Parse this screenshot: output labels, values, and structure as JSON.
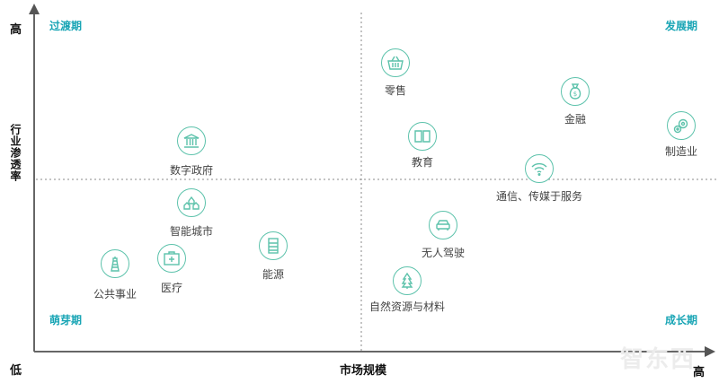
{
  "axes": {
    "y_title": "行业渗透率",
    "y_high": "高",
    "y_low": "低",
    "x_title": "市场规模",
    "x_high": "高"
  },
  "quadrants": {
    "top_left": "过渡期",
    "top_right": "发展期",
    "bottom_left": "萌芽期",
    "bottom_right": "成长期"
  },
  "accent_color": "#5cc2ab",
  "quadrant_label_color": "#19a5b5",
  "items": [
    {
      "label": "零售",
      "icon": "basket-icon"
    },
    {
      "label": "金融",
      "icon": "money-bag-icon"
    },
    {
      "label": "制造业",
      "icon": "gears-icon"
    },
    {
      "label": "教育",
      "icon": "book-icon"
    },
    {
      "label": "通信、传媒于服务",
      "icon": "wifi-icon"
    },
    {
      "label": "数字政府",
      "icon": "government-building-icon"
    },
    {
      "label": "智能城市",
      "icon": "city-houses-icon"
    },
    {
      "label": "无人驾驶",
      "icon": "car-icon"
    },
    {
      "label": "能源",
      "icon": "battery-icon"
    },
    {
      "label": "公共事业",
      "icon": "lighthouse-icon"
    },
    {
      "label": "医疗",
      "icon": "medical-kit-icon"
    },
    {
      "label": "自然资源与材料",
      "icon": "tree-icon"
    }
  ],
  "watermark": "智东西"
}
